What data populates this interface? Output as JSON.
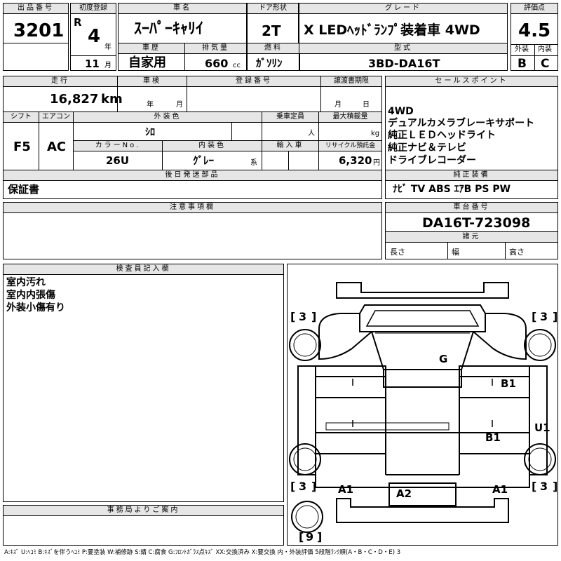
{
  "lot": {
    "label": "出品番号",
    "value": "3201"
  },
  "first_reg": {
    "label": "初度登録",
    "era": "R",
    "year": "4",
    "year_unit": "年",
    "month": "11",
    "month_unit": "月"
  },
  "car_name": {
    "label": "車名",
    "value": "ｽｰﾊﾟｰｷｬﾘｲ"
  },
  "door": {
    "label": "ドア形状",
    "value": "2T"
  },
  "grade": {
    "label": "グレード",
    "value": "X LEDﾍｯﾄﾞﾗﾝﾌﾟ装着車 4WD"
  },
  "score": {
    "label": "評価点",
    "value": "4.5",
    "ext_label": "外装",
    "int_label": "内装",
    "ext": "B",
    "int": "C"
  },
  "history": {
    "label": "車歴",
    "value": "自家用"
  },
  "displacement": {
    "label": "排気量",
    "value": "660",
    "unit": "cc"
  },
  "fuel": {
    "label": "燃料",
    "value": "ｶﾞｿﾘﾝ"
  },
  "model": {
    "label": "型式",
    "value": "3BD-DA16T"
  },
  "mileage": {
    "label": "走行",
    "value": "16,827",
    "unit": "km"
  },
  "inspection": {
    "label": "車検",
    "year_unit": "年",
    "month_unit": "月"
  },
  "reg_no": {
    "label": "登録番号",
    "value": ""
  },
  "transfer": {
    "label": "譲渡書期限",
    "month_unit": "月",
    "day_unit": "日"
  },
  "shift": {
    "label": "シフト",
    "value": "F5"
  },
  "aircon": {
    "label": "エアコン",
    "value": "AC"
  },
  "ext_color": {
    "label": "外装色",
    "value": "ｼﾛ"
  },
  "capacity": {
    "label": "乗車定員",
    "unit": "人"
  },
  "max_load": {
    "label": "最大積載量",
    "unit": "kg"
  },
  "color_no": {
    "label": "カラーNo.",
    "value": "26U"
  },
  "int_color": {
    "label": "内装色",
    "value": "ｸﾞﾚｰ",
    "unit": "系"
  },
  "import": {
    "label": "輸入車",
    "value": ""
  },
  "recycle": {
    "label": "リサイクル預託金",
    "value": "6,320",
    "unit": "円"
  },
  "later": {
    "label": "後日発送部品",
    "value": "保証書"
  },
  "sales": {
    "label": "セールスポイント",
    "lines": [
      "4WD",
      "デュアルカメラブレーキサポート",
      "純正ＬＥＤヘッドライト",
      "純正ナビ＆テレビ",
      "ドライブレコーダー"
    ]
  },
  "equipment": {
    "label": "純正装備",
    "value": "ﾅﾋﾞ TV ABS ｴｱB PS PW"
  },
  "notes": {
    "label": "注意事項欄"
  },
  "chassis": {
    "label": "車台番号",
    "value": "DA16T-723098"
  },
  "dims": {
    "label": "諸元",
    "length": "長さ",
    "width": "幅",
    "height": "高さ"
  },
  "inspector": {
    "label": "検査員記入欄",
    "lines": [
      "室内汚れ",
      "室内内張傷",
      "外装小傷有り"
    ]
  },
  "office": {
    "label": "事務局よりご案内"
  },
  "diagram": {
    "tire_fl": "3",
    "tire_fr": "3",
    "tire_rl": "3",
    "tire_rr": "3",
    "spare": "9",
    "marks": {
      "g": "G",
      "b1_upper": "B1",
      "b1_lower": "B1",
      "u1": "U1",
      "a1_left": "A1",
      "a1_right": "A1",
      "a2": "A2"
    }
  },
  "legend": "A:ｷｽﾞ U:ﾍｺﾐ B:ｷｽﾞを伴うﾍｺﾐ P:要塗装 W:補修跡 S:錆 C:腐食 G:ﾌﾛﾝﾄｶﾞﾗｽ点ｷｽﾞ XX:交換済み X:要交換 内・外装評価 5段階ﾗﾝｸ順(A・B・C・D・E) 3"
}
